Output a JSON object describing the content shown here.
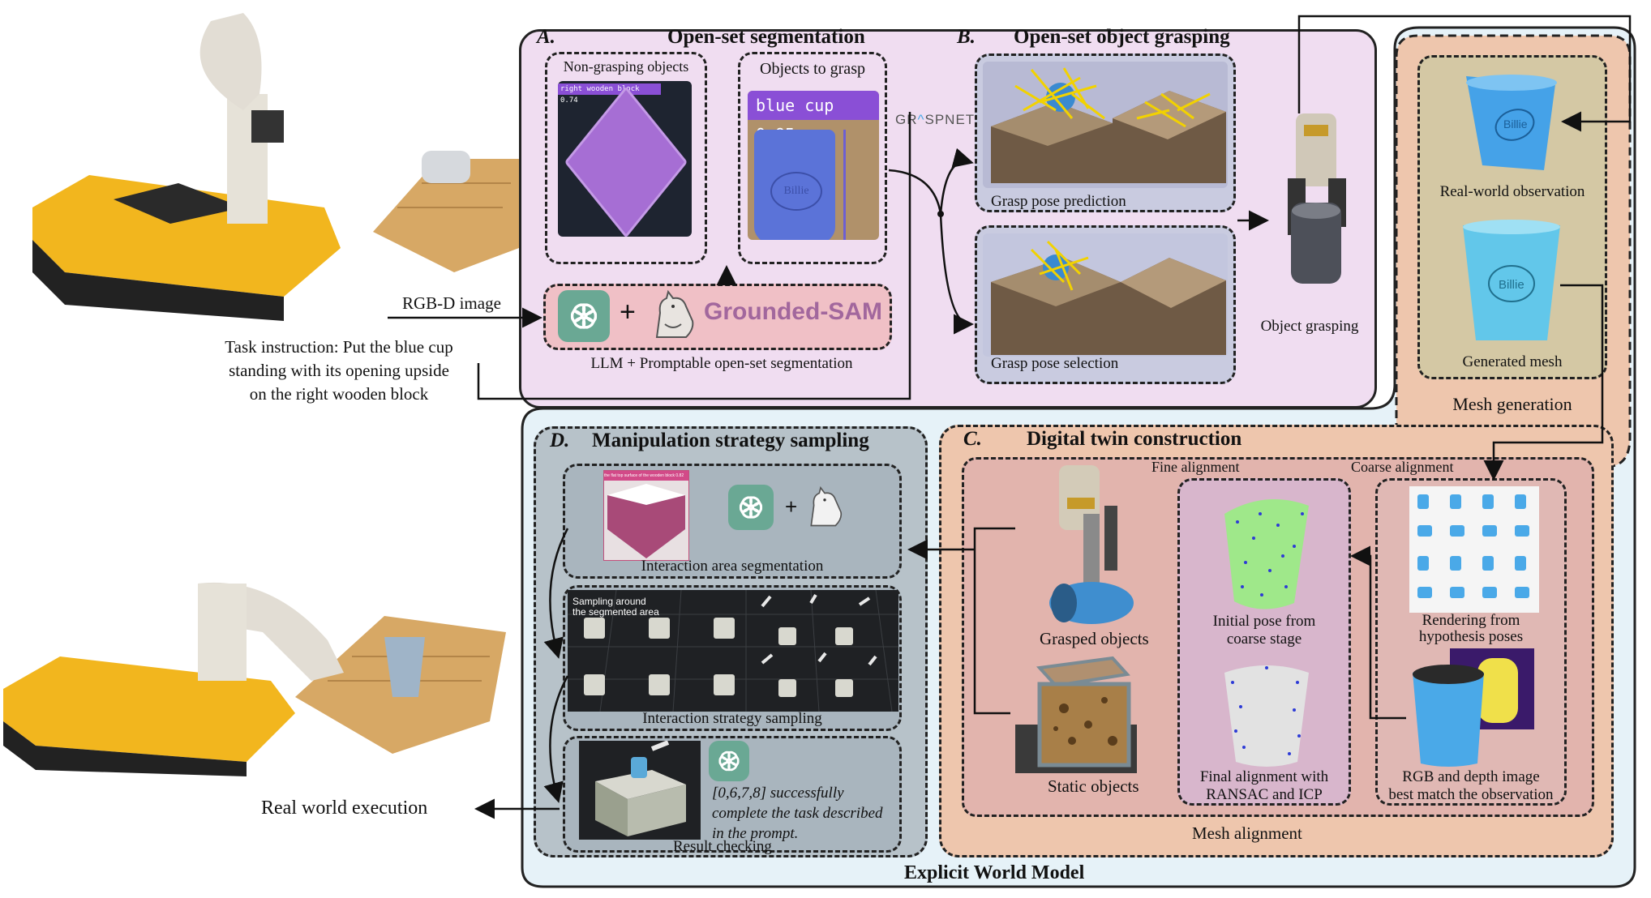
{
  "outer": {
    "explicit_world_model": "Explicit World Model"
  },
  "left": {
    "rgbd_label": "RGB-D image",
    "task_instruction": [
      "Task instruction: Put the blue cup",
      "standing with its opening upside",
      "on the right wooden block"
    ],
    "real_world_execution": "Real world execution"
  },
  "panel_a": {
    "letter": "A.",
    "title": "Open-set segmentation",
    "non_grasping_label": "Non-grasping objects",
    "non_grasping_tag": "right wooden block 0.74",
    "grasp_label": "Objects to grasp",
    "grasp_tag": "blue cup 0.95",
    "cup_text": "Billie",
    "grounded_sam": "Grounded-SAM",
    "plus": "+",
    "caption": "LLM + Promptable open-set segmentation"
  },
  "panel_b": {
    "letter": "B.",
    "title": "Open-set object grasping",
    "graspnet_logo": [
      "GR",
      "SPNET"
    ],
    "prediction_label": "Grasp pose prediction",
    "selection_label": "Grasp pose selection",
    "object_grasping_label": "Object grasping"
  },
  "mesh_generation": {
    "real_world_label": "Real-world observation",
    "generated_label": "Generated mesh",
    "title": "Mesh generation",
    "cup_text": "Billie"
  },
  "panel_c": {
    "letter": "C.",
    "title": "Digital twin construction",
    "fine_alignment": "Fine alignment",
    "coarse_alignment": "Coarse alignment",
    "grasped_objects": "Grasped objects",
    "static_objects": "Static objects",
    "initial_pose": [
      "Initial pose from",
      "coarse stage"
    ],
    "final_alignment": [
      "Final alignment with",
      "RANSAC and ICP"
    ],
    "rendering": [
      "Rendering from",
      "hypothesis poses"
    ],
    "rgb_depth": [
      "RGB and depth image",
      "best match the observation"
    ],
    "mesh_alignment": "Mesh alignment"
  },
  "panel_d": {
    "letter": "D.",
    "title": "Manipulation strategy sampling",
    "segment_tag": "the flat top surface of the wooden block 0.82",
    "interaction_area": "Interaction area segmentation",
    "sampling_around": [
      "Sampling around",
      "the segmented area"
    ],
    "interaction_strategy": "Interaction strategy sampling",
    "result_text": [
      "[0,6,7,8] successfully",
      "complete the task described",
      "in the prompt."
    ],
    "result_checking": "Result checking",
    "plus": "+"
  },
  "colors": {
    "panel_ab_bg": "#f0ddf1",
    "mesh_gen_bg": "#eec6ad",
    "panel_c_bg": "#eec6ad",
    "panel_d_bg": "#b7c2c9",
    "world_model_bg": "#e6f2f8",
    "grounded_sam_bg": "#f0c0c6",
    "gpt_green": "#6aa894",
    "cup_blue": "#4aa9e8"
  }
}
